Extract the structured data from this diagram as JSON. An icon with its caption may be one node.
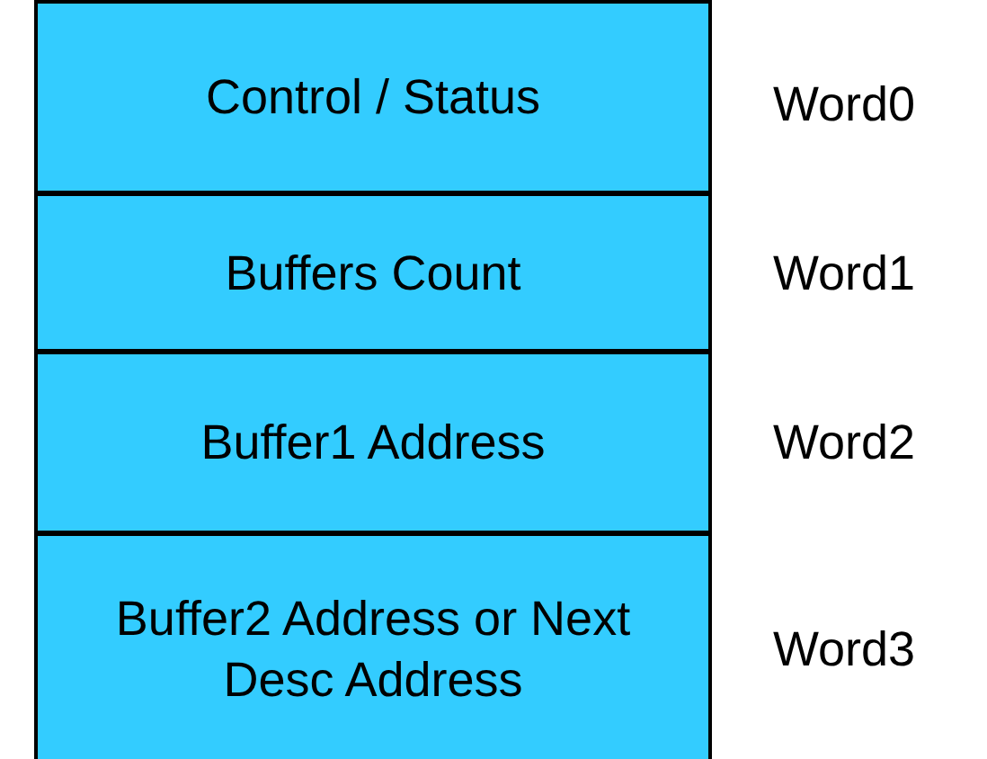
{
  "diagram": {
    "nodes": [
      {
        "text": [
          "Control / Status"
        ],
        "beside": [
          "Word0"
        ]
      },
      {
        "text": [
          "Buffers Count"
        ],
        "beside": [
          "Word1"
        ]
      },
      {
        "text": [
          "Buffer1 Address"
        ],
        "beside": [
          "Word2"
        ]
      },
      {
        "text": [
          "Buffer2 Address or Next Desc Address"
        ],
        "beside": [
          "Word3"
        ]
      }
    ]
  }
}
